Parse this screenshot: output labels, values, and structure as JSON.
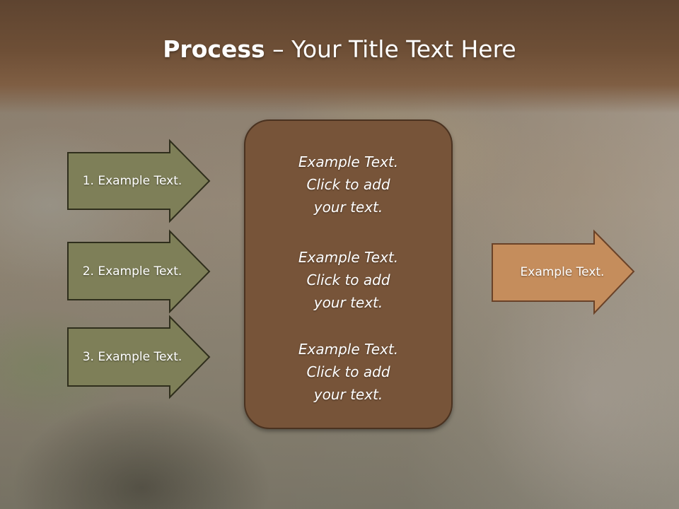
{
  "title": {
    "bold": "Process",
    "rest": " – Your Title Text Here"
  },
  "left_steps": [
    {
      "label": "1. Example Text."
    },
    {
      "label": "2. Example Text."
    },
    {
      "label": "3. Example Text."
    }
  ],
  "center_paragraphs": [
    {
      "text": "Example Text.\nClick  to add\nyour text."
    },
    {
      "text": "Example Text.\nClick  to add\nyour text."
    },
    {
      "text": "Example Text.\nClick  to add\nyour text."
    }
  ],
  "output": {
    "label": "Example Text."
  },
  "colors": {
    "step_fill": "#7e7f58",
    "step_stroke": "#2f2e1c",
    "center_fill": "#775439",
    "output_fill": "#c58d5c",
    "output_stroke": "#6a4228"
  }
}
